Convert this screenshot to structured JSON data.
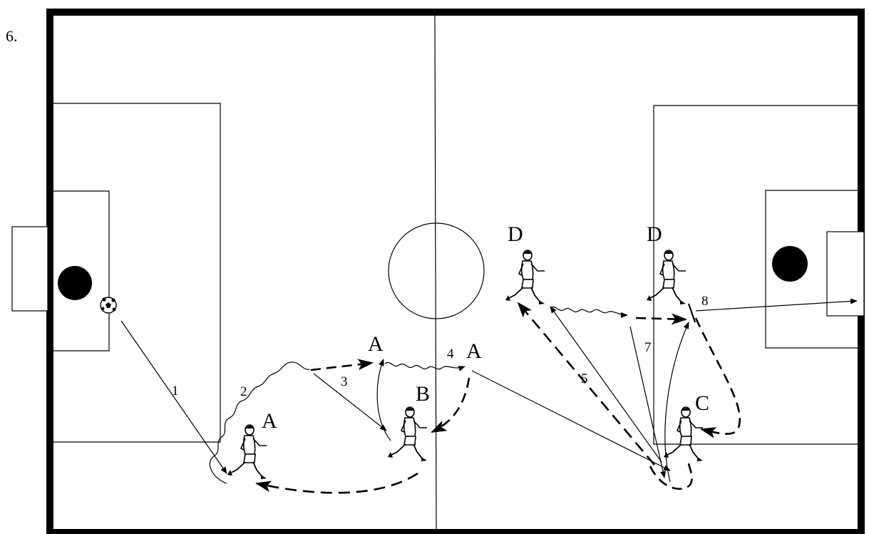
{
  "drill_number": "6.",
  "player_labels": {
    "a_start": "A",
    "b": "B",
    "a_after_3": "A",
    "a_after_4": "A",
    "c": "C",
    "d_left": "D",
    "d_right": "D"
  },
  "step_labels": {
    "s1": "1",
    "s2": "2",
    "s3": "3",
    "s4": "4",
    "s5": "5",
    "s7": "7",
    "s8": "8"
  },
  "colors": {
    "lines": "#000000",
    "background": "#ffffff"
  },
  "icons": [
    "soccer-ball-icon",
    "goalkeeper-marker-icon",
    "running-player-icon"
  ]
}
